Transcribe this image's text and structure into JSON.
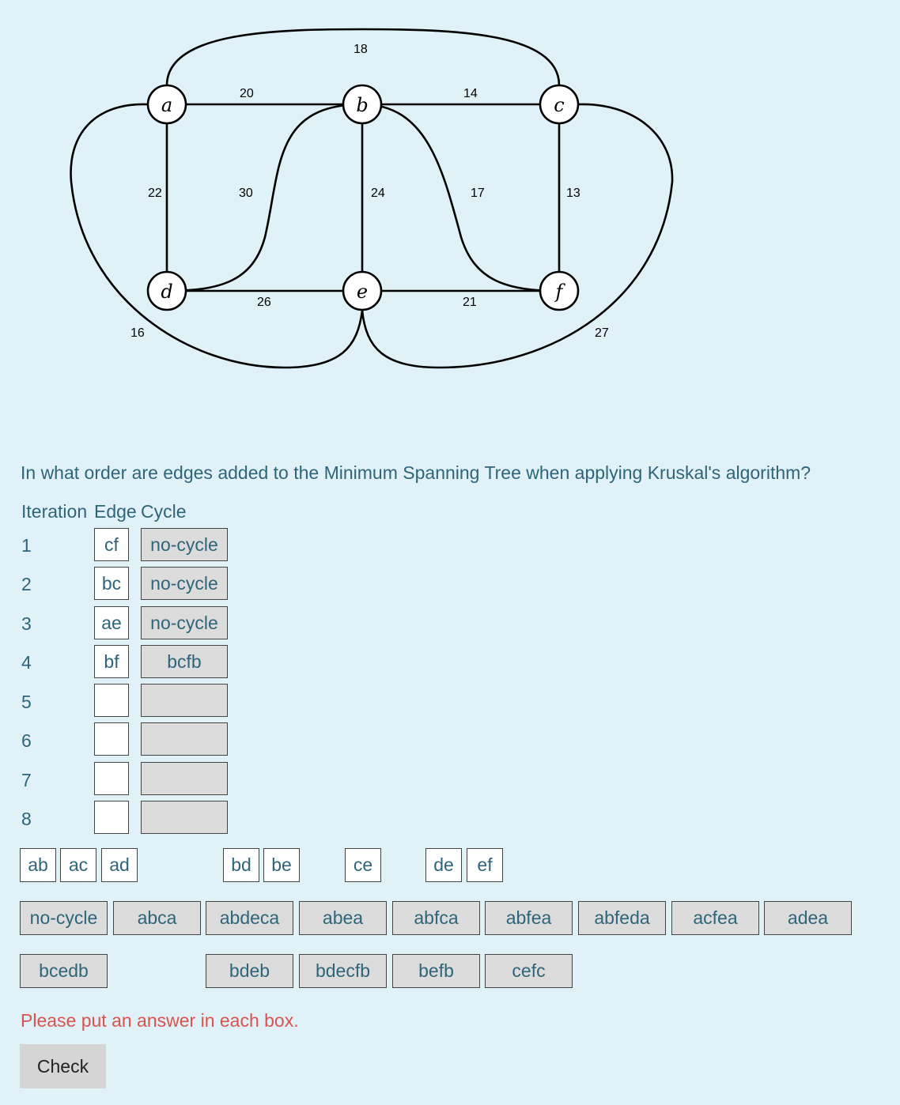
{
  "graph": {
    "nodes": {
      "a": "a",
      "b": "b",
      "c": "c",
      "d": "d",
      "e": "e",
      "f": "f"
    },
    "weights": {
      "ac": "18",
      "ab": "20",
      "bc": "14",
      "ad": "22",
      "bd": "30",
      "be": "24",
      "bf": "17",
      "cf": "13",
      "de": "26",
      "ef": "21",
      "ae": "16",
      "ce": "27"
    }
  },
  "question": "In what order are edges added to the Minimum Spanning Tree when applying Kruskal's algorithm?",
  "table": {
    "headers": {
      "iteration": "Iteration",
      "edge": "Edge",
      "cycle": "Cycle"
    },
    "rows": [
      {
        "iteration": "1",
        "edge": "cf",
        "cycle": "no-cycle"
      },
      {
        "iteration": "2",
        "edge": "bc",
        "cycle": "no-cycle"
      },
      {
        "iteration": "3",
        "edge": "ae",
        "cycle": "no-cycle"
      },
      {
        "iteration": "4",
        "edge": "bf",
        "cycle": "bcfb"
      },
      {
        "iteration": "5",
        "edge": "",
        "cycle": ""
      },
      {
        "iteration": "6",
        "edge": "",
        "cycle": ""
      },
      {
        "iteration": "7",
        "edge": "",
        "cycle": ""
      },
      {
        "iteration": "8",
        "edge": "",
        "cycle": ""
      }
    ]
  },
  "edge_options": [
    "ab",
    "ac",
    "ad",
    "bd",
    "be",
    "ce",
    "de",
    "ef"
  ],
  "cycle_options": [
    "no-cycle",
    "abca",
    "abdeca",
    "abea",
    "abfca",
    "abfea",
    "abfeda",
    "acfea",
    "adea",
    "bcedb",
    "bdeb",
    "bdecfb",
    "befb",
    "cefc"
  ],
  "error_message": "Please put an answer in each box.",
  "check_label": "Check",
  "colors": {
    "background": "#e0f1f7",
    "text": "#2f6579",
    "error": "#d9534f",
    "chip_gray": "#dcdcdc"
  }
}
